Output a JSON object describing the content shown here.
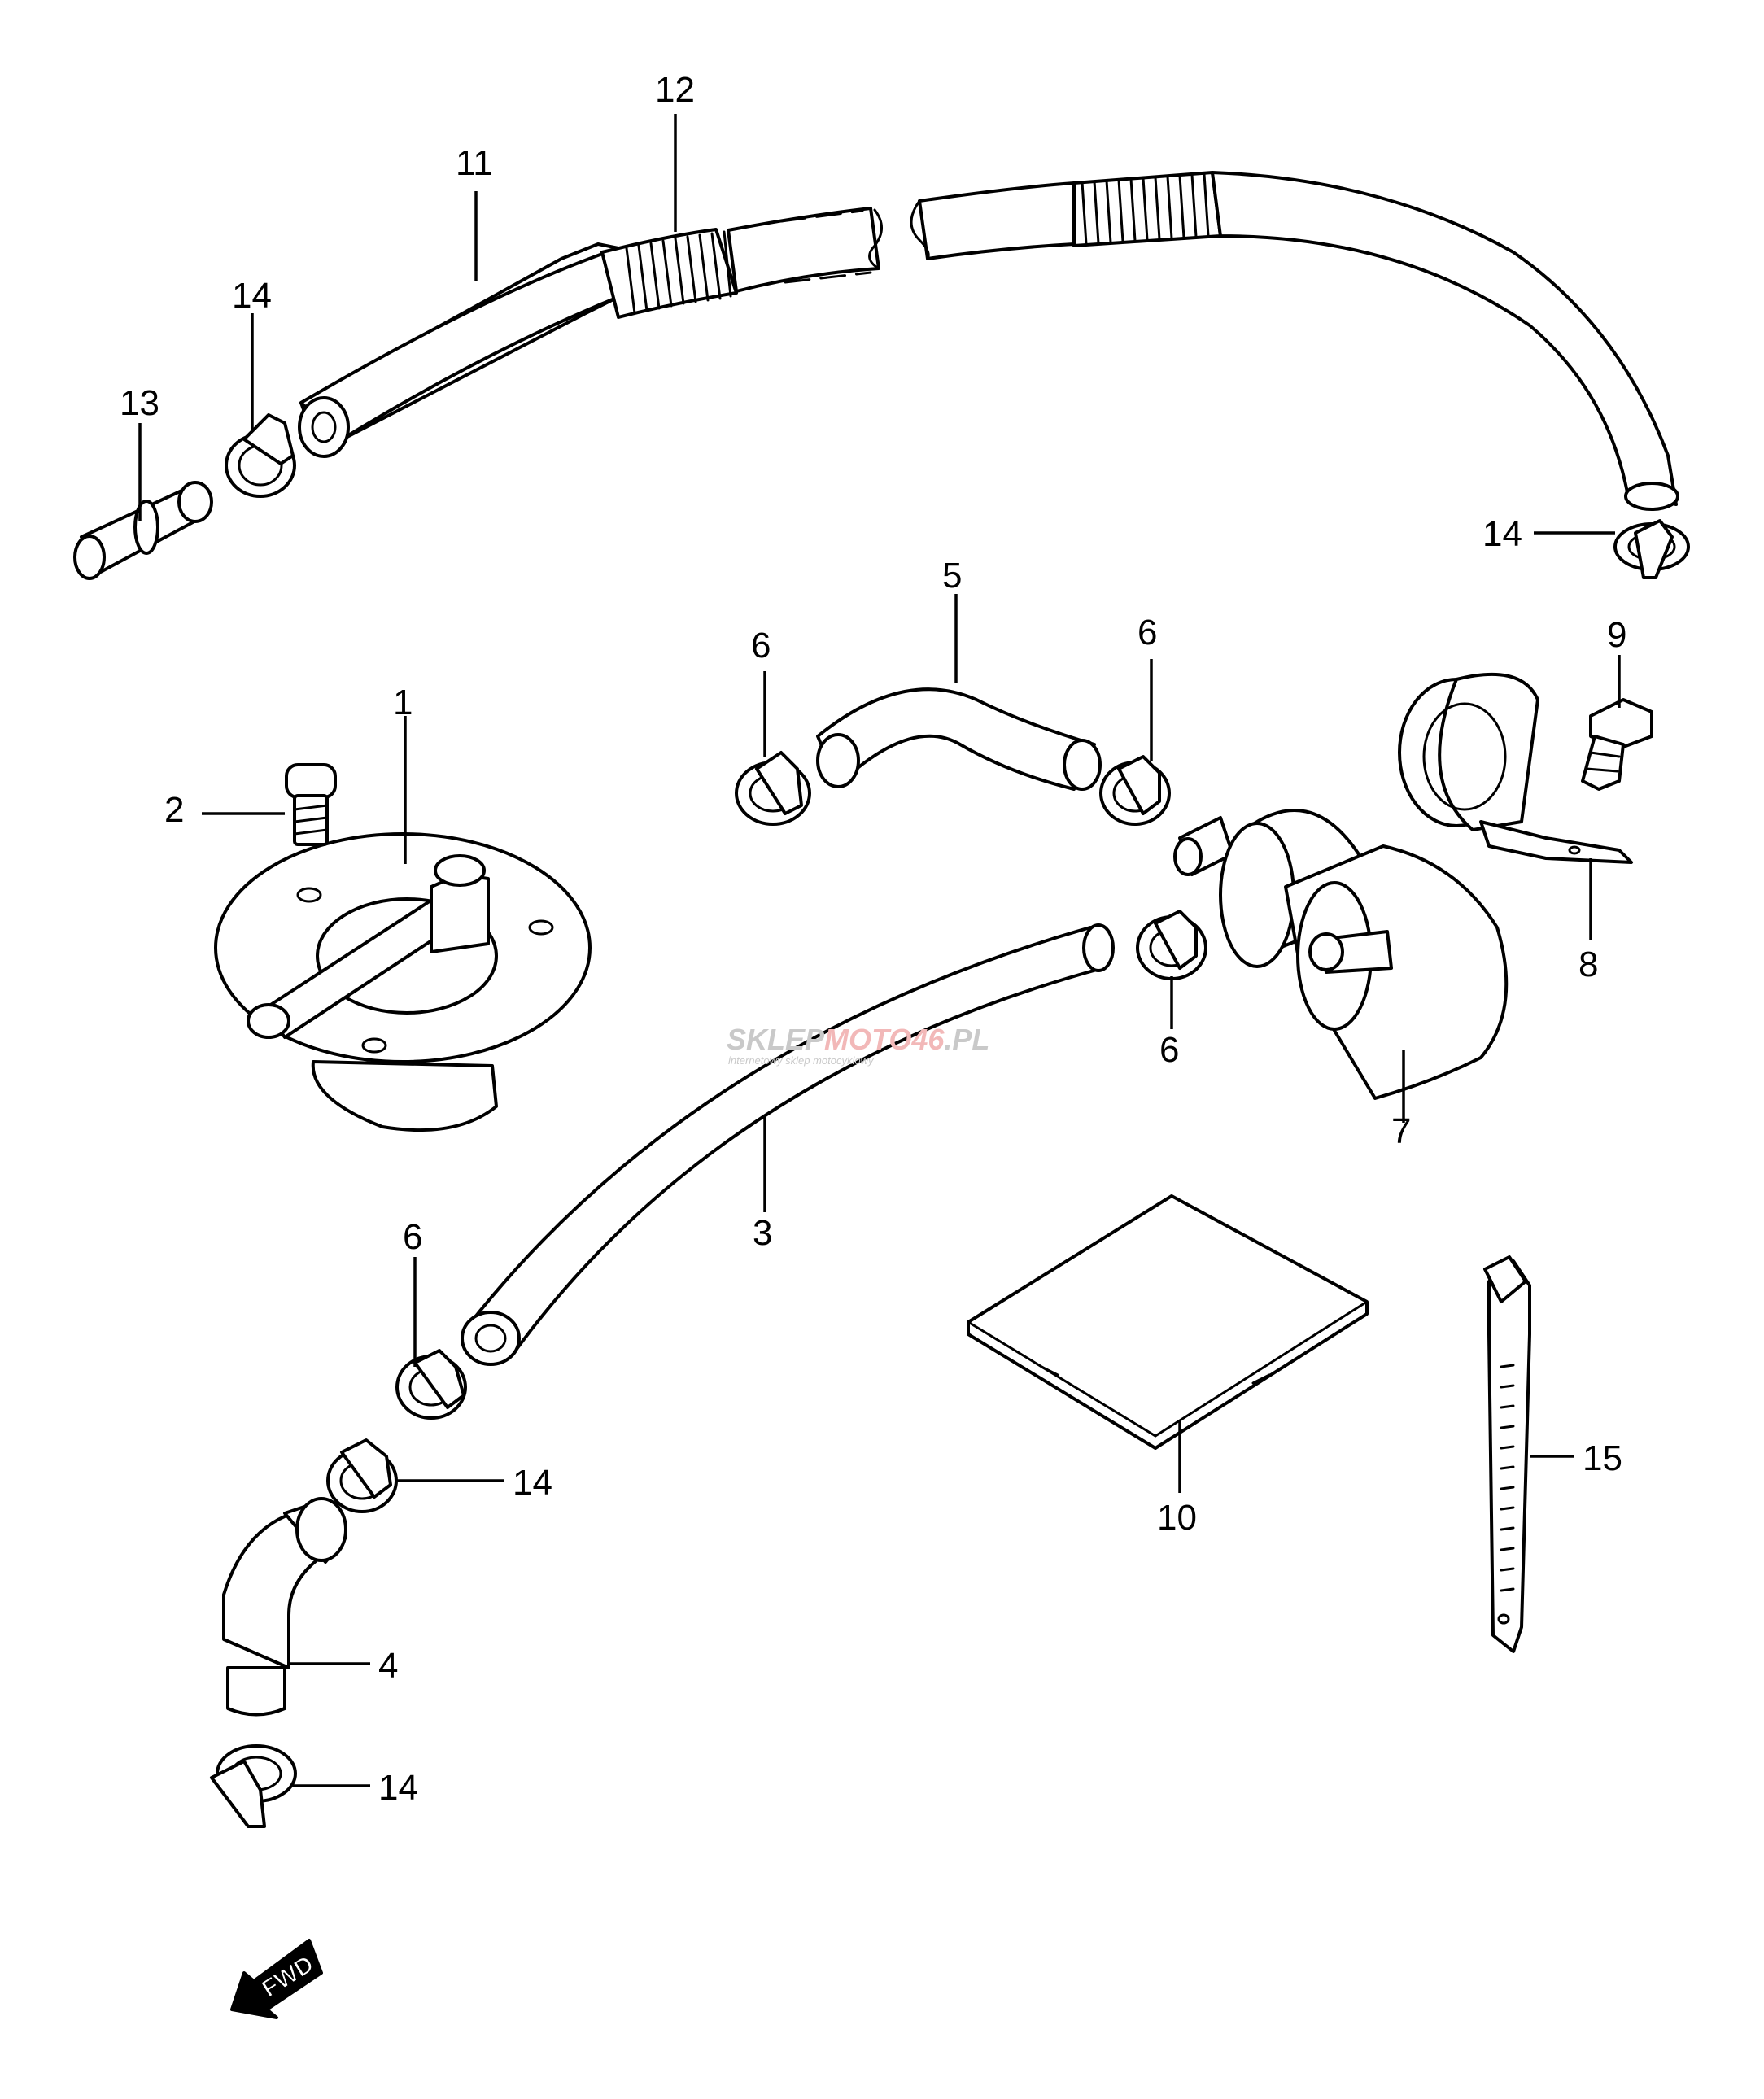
{
  "diagram": {
    "labels": {
      "p1": "1",
      "p2": "2",
      "p3": "3",
      "p4": "4",
      "p5": "5",
      "p6a": "6",
      "p6b": "6",
      "p6c": "6",
      "p6d": "6",
      "p7": "7",
      "p8": "8",
      "p9": "9",
      "p10": "10",
      "p11": "11",
      "p12": "12",
      "p13": "13",
      "p14a": "14",
      "p14b": "14",
      "p14c": "14",
      "p14d": "14",
      "p15": "15"
    },
    "watermark": {
      "part1": "SKLEP",
      "part2": "MOTO",
      "part3": "46",
      "part4": ".PL",
      "tagline": "internetowy sklep motocyklowy",
      "color_gray": "#c9c9c9",
      "color_red": "#f2b8b8"
    },
    "fwd_arrow": {
      "label": "FWD"
    }
  }
}
